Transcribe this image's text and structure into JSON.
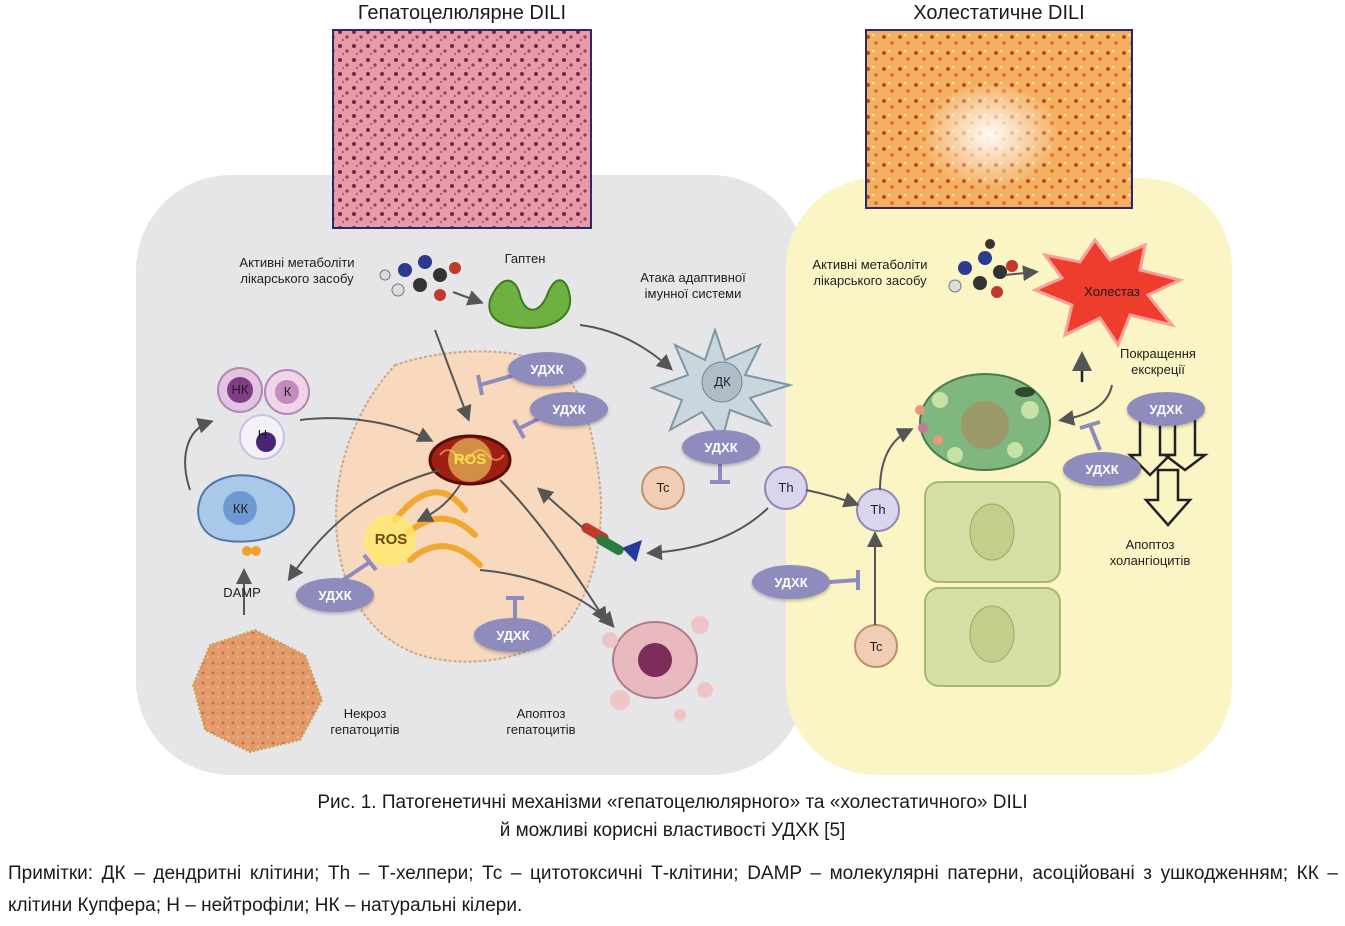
{
  "panels": {
    "left_title": "Гепатоцелюлярне DILI",
    "right_title": "Холестатичне DILI"
  },
  "left": {
    "metabolites": "Активні метаболіти лікарського засобу",
    "hapten": "Гаптен",
    "adaptive": "Атака адаптивної імунної системи",
    "nk": "НК",
    "k": "К",
    "n": "Н",
    "kk": "КК",
    "damp": "DAMP",
    "ros1": "ROS",
    "ros2": "ROS",
    "dk": "ДК",
    "tc": "Tc",
    "th": "Th",
    "necrosis": "Некроз гепатоцитів",
    "apoptosis": "Апоптоз гепатоцитів",
    "udxk_labels": [
      "УДХК",
      "УДХК",
      "УДХК",
      "УДХК",
      "УДХК"
    ]
  },
  "right": {
    "metabolites": "Активні метаболіти лікарського засобу",
    "cholestasis": "Холестаз",
    "excretion": "Покращення екскреції",
    "udxk_top": "УДХК",
    "udxk_mid": "УДХК",
    "udxk_bottom": "УДХК",
    "th": "Th",
    "tc": "Tc",
    "apoptosis_chol": "Апоптоз холангіоцитів"
  },
  "caption": {
    "line1": "Рис. 1. Патогенетичні механізми «гепатоцелюлярного» та «холестатичного» DILI",
    "line2": "й можливі корисні властивості УДХК [5]"
  },
  "notes": "Примітки: ДК – дендритні клітини; Th – Т-хелпери; Тс – цитотоксичні Т-клітини; DAMP – молекулярні патерни, асоційовані з ушкодженням; КК – клітини Купфера; Н – нейтрофіли; НК – натуральні кілери.",
  "colors": {
    "left_bg": "#e6e6e9",
    "right_bg": "#fbf5c6",
    "udxk": "#8d8cbd",
    "hepatocyte": "#f8d9bd"
  }
}
